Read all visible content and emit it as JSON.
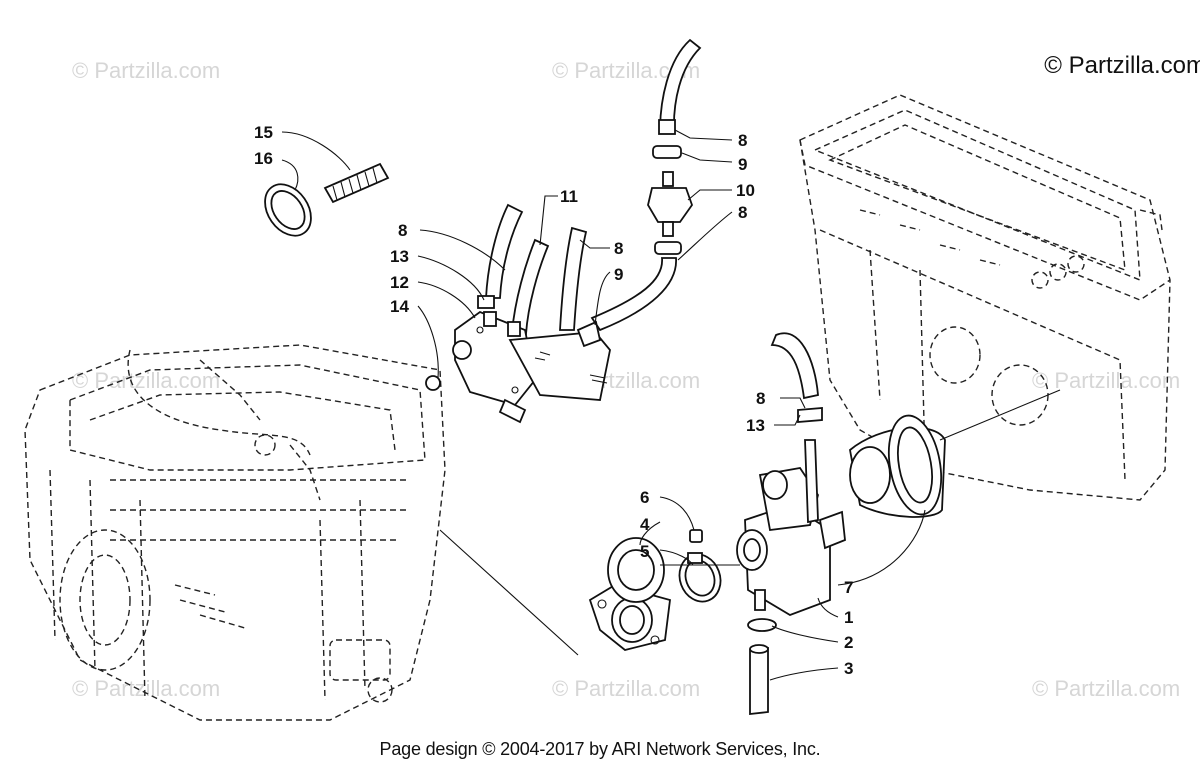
{
  "watermark": "© Partzilla.com",
  "copyright": "© Partzilla.com",
  "footer": "Page design © 2004-2017 by ARI Network Services, Inc.",
  "callouts": [
    {
      "id": "c15",
      "label": "15"
    },
    {
      "id": "c16",
      "label": "16"
    },
    {
      "id": "c8a",
      "label": "8"
    },
    {
      "id": "c9a",
      "label": "9"
    },
    {
      "id": "c10",
      "label": "10"
    },
    {
      "id": "c8b",
      "label": "8"
    },
    {
      "id": "c11",
      "label": "11"
    },
    {
      "id": "c8c",
      "label": "8"
    },
    {
      "id": "c13a",
      "label": "13"
    },
    {
      "id": "c8d",
      "label": "8"
    },
    {
      "id": "c9b",
      "label": "9"
    },
    {
      "id": "c12",
      "label": "12"
    },
    {
      "id": "c14",
      "label": "14"
    },
    {
      "id": "c8e",
      "label": "8"
    },
    {
      "id": "c13b",
      "label": "13"
    },
    {
      "id": "c6",
      "label": "6"
    },
    {
      "id": "c4",
      "label": "4"
    },
    {
      "id": "c5",
      "label": "5"
    },
    {
      "id": "c7",
      "label": "7"
    },
    {
      "id": "c1",
      "label": "1"
    },
    {
      "id": "c2",
      "label": "2"
    },
    {
      "id": "c3",
      "label": "3"
    }
  ]
}
